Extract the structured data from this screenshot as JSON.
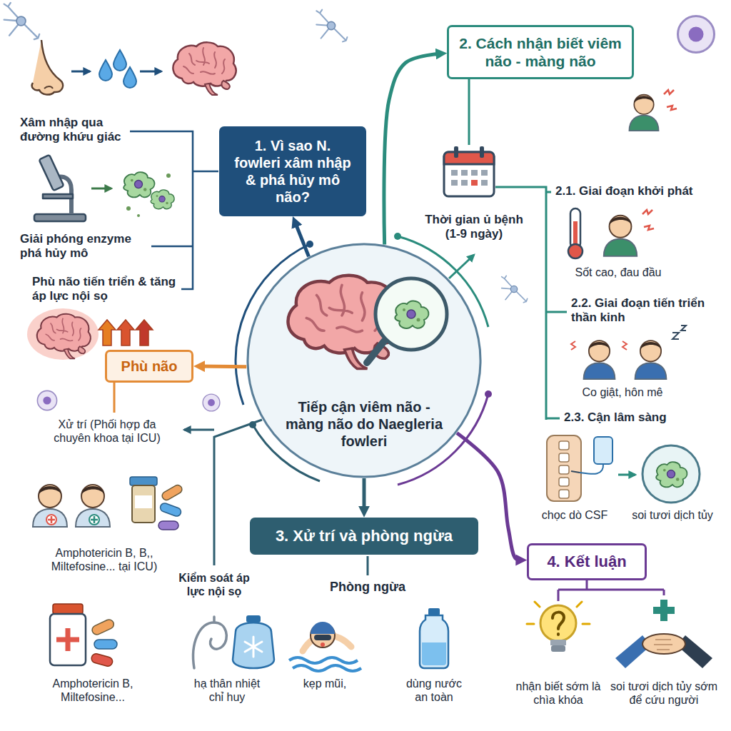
{
  "diagram": {
    "nodes": [
      {
        "text": [
          "1. Vì sao N. fowleri xâm nhập & phá hủy mô não?"
        ]
      },
      {
        "text": [
          "2. Cách nhận biết viêm não - màng não"
        ]
      },
      {
        "text": [
          "Tiếp cận viêm não - màng não do Naegleria fowleri"
        ]
      },
      {
        "text": [
          "Phù não"
        ]
      },
      {
        "text": [
          "3. Xử trí và phòng ngừa"
        ]
      },
      {
        "text": [
          "4. Kết luận"
        ]
      }
    ],
    "edges": [
      {
        "from": 2,
        "to": 0,
        "arrow": "to"
      },
      {
        "from": 2,
        "to": 1,
        "arrow": "to"
      },
      {
        "from": 2,
        "to": 3,
        "arrow": "to"
      },
      {
        "from": 2,
        "to": 4,
        "arrow": "to"
      },
      {
        "from": 2,
        "to": 5,
        "arrow": "to"
      }
    ],
    "labels": [
      "Xâm nhập qua đường khứu giác",
      "Giải phóng enzyme phá hủy mô",
      "Phù não tiến triển & tăng áp lực nội sọ",
      "Thời gian ủ bệnh (1-9 ngày)",
      "2.1. Giai đoạn khởi phát",
      "Sốt cao, đau đầu",
      "2.2. Giai đoạn tiến triển thần kinh",
      "Co giật, hôn mê",
      "2.3. Cận lâm sàng",
      "chọc dò CSF",
      "soi tươi dịch tủy",
      "Xử trí (Phối hợp đa chuyên khoa tại ICU)",
      "Amphotericin B, B,, Miltefosine... tại ICU)",
      "Kiểm soát áp lực nội sọ",
      "Phòng ngừa",
      "Amphotericin B, Miltefosine...",
      "hạ thân nhiệt chỉ huy",
      "kẹp mũi,",
      "dùng nước an toàn",
      "nhận biết sớm là chìa khóa",
      "soi tươi dịch tủy sớm để cứu người"
    ]
  }
}
